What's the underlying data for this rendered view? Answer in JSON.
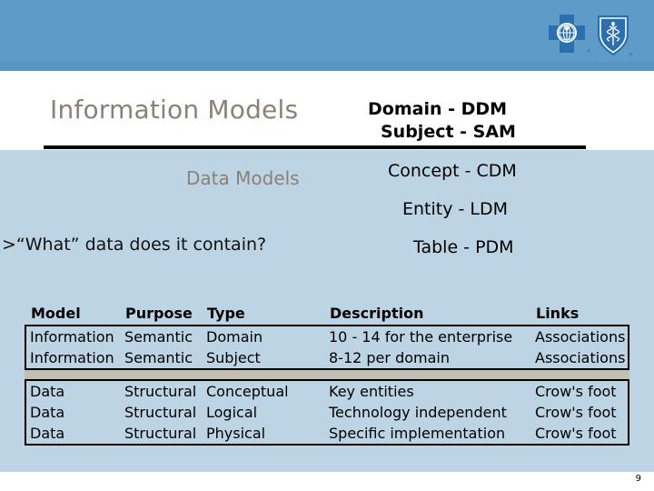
{
  "header": {
    "logo_name": "blue-cross-blue-shield-logo",
    "band_color": "#5e9bc9",
    "band_lower_color": "#5794c4"
  },
  "slide": {
    "background_color": "#bcd4e4",
    "page_number": "9",
    "left_column": {
      "title": "Information Models",
      "subtitle": "Data Models",
      "bullet": ">“What” data does it contain?",
      "text_color": "#8b8176"
    },
    "right_column": {
      "lines": [
        {
          "text": "Domain - DDM",
          "bold": true
        },
        {
          "text": "Subject - SAM",
          "bold": true
        },
        {
          "text": "Concept - CDM",
          "bold": false
        },
        {
          "text": "Entity - LDM",
          "bold": false
        },
        {
          "text": "Table - PDM",
          "bold": false
        }
      ]
    }
  },
  "table": {
    "columns": [
      "Model",
      "Purpose",
      "Type",
      "Description",
      "Links"
    ],
    "groups": [
      {
        "rows": [
          {
            "model": "Information",
            "purpose": "Semantic",
            "type": "Domain",
            "description": "10 - 14 for the enterprise",
            "links": "Associations"
          },
          {
            "model": "Information",
            "purpose": "Semantic",
            "type": "Subject",
            "description": "8-12 per domain",
            "links": "Associations"
          }
        ]
      },
      {
        "rows": [
          {
            "model": "Data",
            "purpose": "Structural",
            "type": "Conceptual",
            "description": "Key entities",
            "links": "Crow's foot"
          },
          {
            "model": "Data",
            "purpose": "Structural",
            "type": "Logical",
            "description": "Technology independent",
            "links": "Crow's foot"
          },
          {
            "model": "Data",
            "purpose": "Structural",
            "type": "Physical",
            "description": "Specific implementation",
            "links": "Crow's foot"
          }
        ]
      }
    ],
    "separator_color": "#c3bfb5",
    "border_color": "#000000"
  }
}
